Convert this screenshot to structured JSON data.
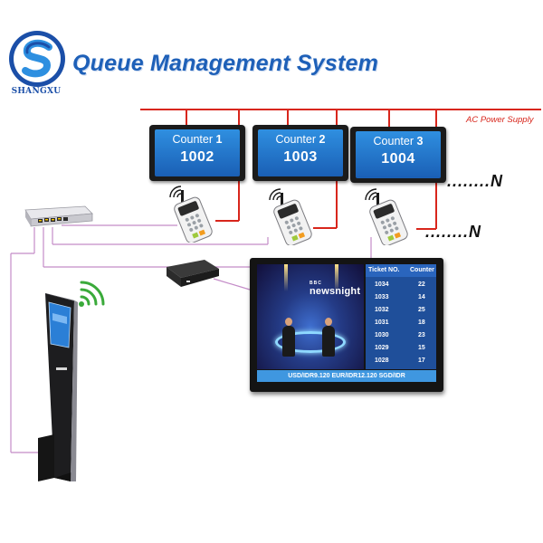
{
  "brand": {
    "name": "SHANGXU",
    "logo_colors": {
      "primary": "#1b4fa8",
      "secondary": "#2d8fe0"
    }
  },
  "title": "Queue Management System",
  "power": {
    "label": "AC Power Supply",
    "color": "#d8261c"
  },
  "cable_color": "#c48cc8",
  "counters": [
    {
      "label": "Counter",
      "number": "1",
      "ticket": "1002"
    },
    {
      "label": "Counter",
      "number": "2",
      "ticket": "1003"
    },
    {
      "label": "Counter",
      "number": "3",
      "ticket": "1004"
    }
  ],
  "more_counters_label": "........N",
  "more_keypads_label": "........N",
  "display": {
    "show_name": "newsnight",
    "show_prefix": "BBC",
    "table": {
      "headers": [
        "Ticket NO.",
        "Counter"
      ],
      "rows": [
        [
          "1034",
          "22"
        ],
        [
          "1033",
          "14"
        ],
        [
          "1032",
          "25"
        ],
        [
          "1031",
          "18"
        ],
        [
          "1030",
          "23"
        ],
        [
          "1029",
          "15"
        ],
        [
          "1028",
          "17"
        ]
      ]
    },
    "ticker": "USD/IDR9.120 EUR/IDR12.120 SGD/IDR"
  },
  "icons": {
    "router": "router-icon",
    "keypad": "wireless-keypad-icon",
    "wifi": "wifi-signal-icon",
    "controller": "controller-box-icon",
    "kiosk": "ticket-kiosk-icon"
  }
}
